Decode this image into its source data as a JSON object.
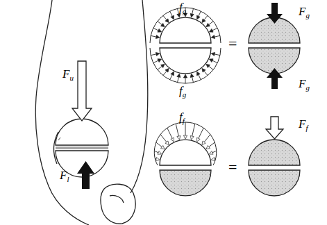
{
  "diagram": {
    "labels": [
      "Fu",
      "Fl",
      "fg",
      "fg",
      "Fg",
      "Fg",
      "ff",
      "Ff",
      "=",
      "="
    ]
  }
}
